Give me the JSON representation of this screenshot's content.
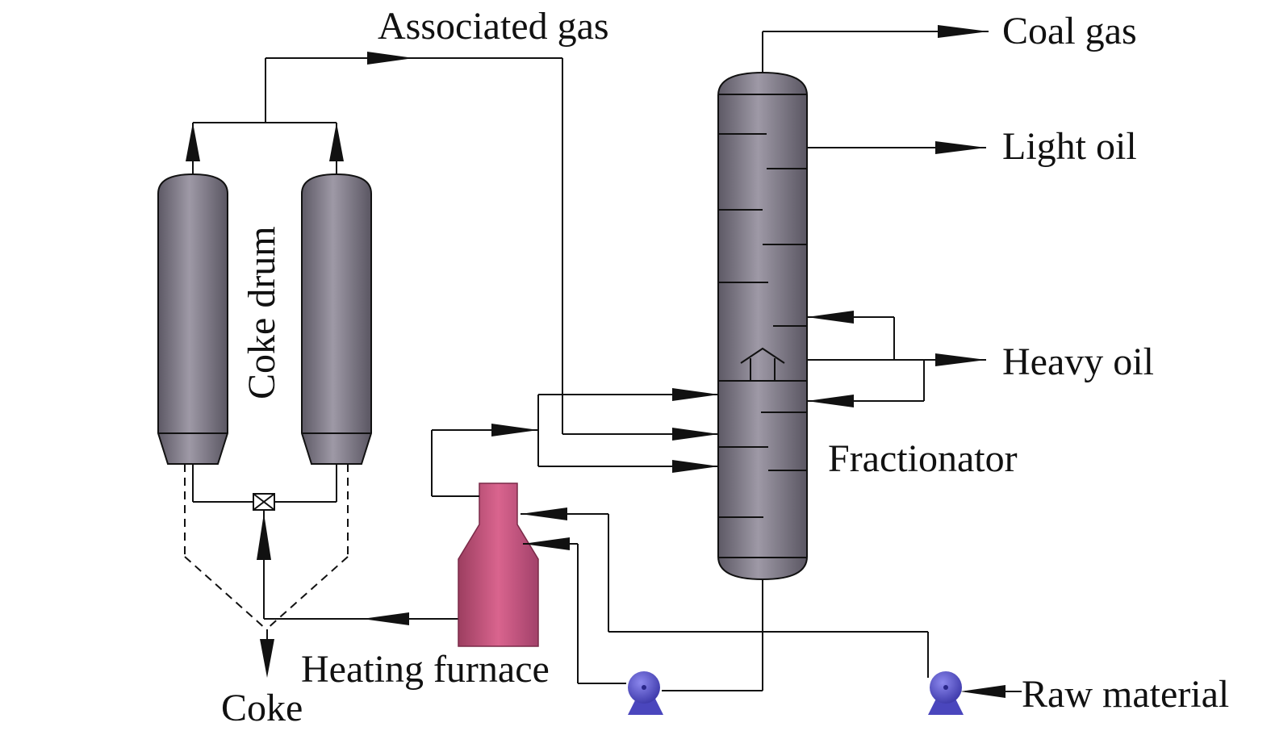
{
  "labels": {
    "associated_gas": "Associated gas",
    "coal_gas": "Coal gas",
    "light_oil": "Light oil",
    "heavy_oil": "Heavy oil",
    "fractionator": "Fractionator",
    "coke_drum": "Coke drum",
    "heating_furnace": "Heating furnace",
    "coke": "Coke",
    "raw_material": "Raw material"
  },
  "colors": {
    "vessel": "#7d7885",
    "vessel_highlight": "#a9a4b1",
    "furnace": "#c85880",
    "pump": "#5a55c8",
    "line": "#111111"
  }
}
